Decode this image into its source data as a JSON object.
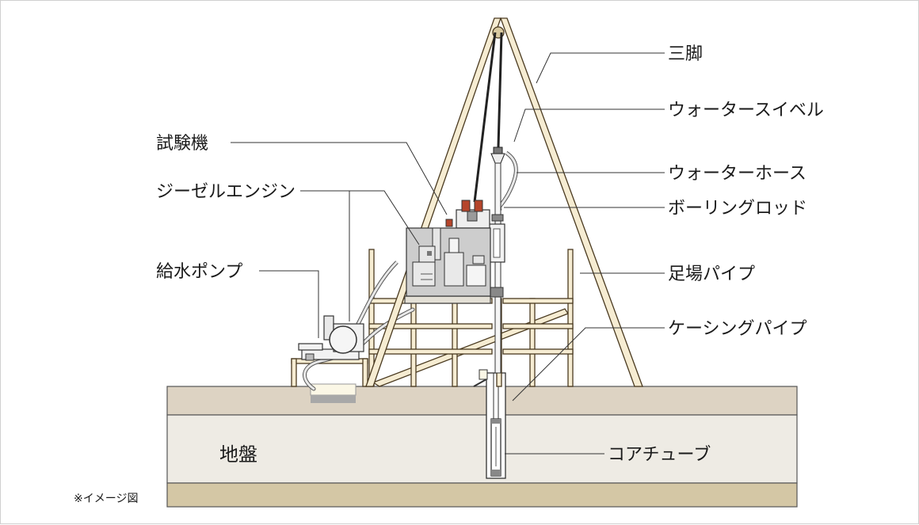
{
  "labels": {
    "tripod": "三脚",
    "water_swivel": "ウォータースイベル",
    "test_machine": "試験機",
    "water_hose": "ウォーターホース",
    "diesel_engine": "ジーゼルエンジン",
    "boring_rod": "ボーリングロッド",
    "water_pump": "給水ポンプ",
    "scaffold_pipe": "足場パイプ",
    "casing_pipe": "ケーシングパイプ",
    "ground": "地盤",
    "core_tube": "コアチューブ",
    "note": "※イメージ図"
  },
  "colors": {
    "ground_top": "#ddd3c3",
    "ground_mid": "#eeebe4",
    "ground_bottom": "#d4c7a5",
    "wood_fill": "#f6ecd2",
    "outline": "#4a3a20",
    "machine_gray": "#c9c9c9",
    "accent_red": "#b5452b"
  }
}
